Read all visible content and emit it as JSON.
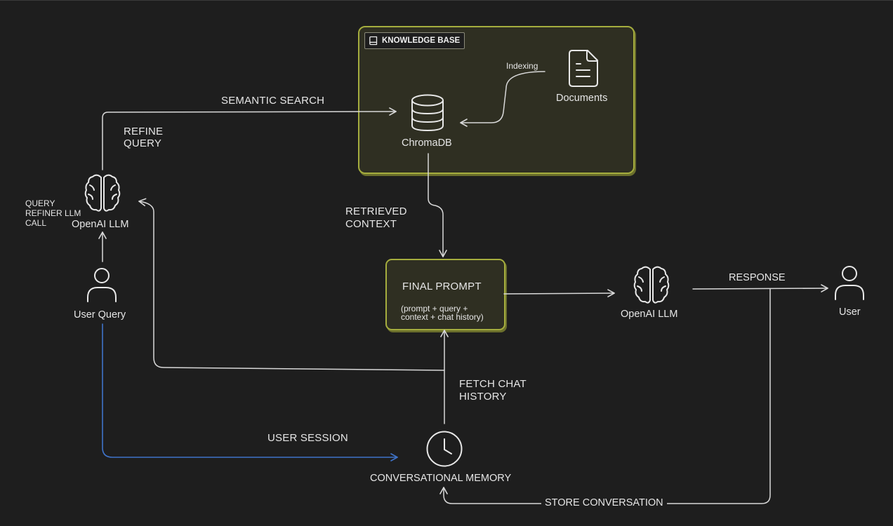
{
  "knowledge_base": {
    "badge": "KNOWLEDGE BASE",
    "indexing_label": "Indexing",
    "documents_label": "Documents",
    "db_label": "ChromaDB"
  },
  "edges": {
    "semantic_search": "SEMANTIC SEARCH",
    "refine_query": [
      "REFINE",
      "QUERY"
    ],
    "retrieved_context": [
      "RETRIEVED",
      "CONTEXT"
    ],
    "fetch_chat_history": [
      "FETCH CHAT",
      "HISTORY"
    ],
    "response": "RESPONSE",
    "user_session": "USER SESSION",
    "store_conversation": "STORE CONVERSATION"
  },
  "nodes": {
    "refiner_llm": {
      "label": "OpenAI LLM",
      "note": [
        "QUERY",
        "REFINER LLM",
        "CALL"
      ]
    },
    "user_query": {
      "label": "User Query"
    },
    "final_prompt": {
      "title": "FINAL PROMPT",
      "detail": [
        "(prompt + query +",
        "context + chat history)"
      ]
    },
    "answer_llm": {
      "label": "OpenAI LLM"
    },
    "user": {
      "label": "User"
    },
    "memory": {
      "label": "CONVERSATIONAL MEMORY"
    }
  },
  "colors": {
    "background": "#1e1e1e",
    "highlight_fill": "#2f2f22",
    "highlight_border": "#a5ad3e",
    "line": "#d8d8d8",
    "session_line": "#3f73c9"
  }
}
